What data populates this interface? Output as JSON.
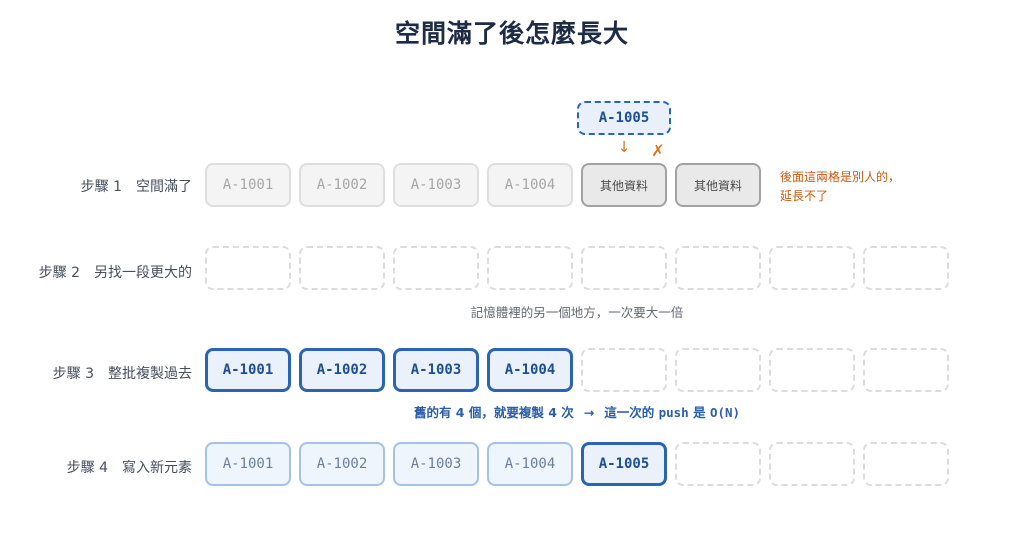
{
  "title": "空間滿了後怎麼長大",
  "floating_item": "A-1005",
  "arrow_glyph": "↓",
  "cross_glyph": "✗",
  "steps": [
    {
      "label": "步驟 1　空間滿了",
      "cells": [
        {
          "text": "A-1001",
          "kind": "faded"
        },
        {
          "text": "A-1002",
          "kind": "faded"
        },
        {
          "text": "A-1003",
          "kind": "faded"
        },
        {
          "text": "A-1004",
          "kind": "faded"
        },
        {
          "text": "其他資料",
          "kind": "other"
        },
        {
          "text": "其他資料",
          "kind": "other"
        }
      ],
      "note": [
        "後面這兩格是別人的，",
        "延長不了"
      ]
    },
    {
      "label": "步驟 2　另找一段更大的",
      "cells": [
        {
          "text": "",
          "kind": "empty"
        },
        {
          "text": "",
          "kind": "empty"
        },
        {
          "text": "",
          "kind": "empty"
        },
        {
          "text": "",
          "kind": "empty"
        },
        {
          "text": "",
          "kind": "empty"
        },
        {
          "text": "",
          "kind": "empty"
        },
        {
          "text": "",
          "kind": "empty"
        },
        {
          "text": "",
          "kind": "empty"
        }
      ],
      "caption": "記憶體裡的另一個地方，一次要大一倍"
    },
    {
      "label": "步驟 3　整批複製過去",
      "cells": [
        {
          "text": "A-1001",
          "kind": "blue"
        },
        {
          "text": "A-1002",
          "kind": "blue"
        },
        {
          "text": "A-1003",
          "kind": "blue"
        },
        {
          "text": "A-1004",
          "kind": "blue"
        },
        {
          "text": "",
          "kind": "empty"
        },
        {
          "text": "",
          "kind": "empty"
        },
        {
          "text": "",
          "kind": "empty"
        },
        {
          "text": "",
          "kind": "empty"
        }
      ],
      "caption": {
        "left": "舊的有 4 個，就要複製 4 次",
        "arrow": "→",
        "right_prefix": "這一次的 ",
        "right_code": "push",
        "right_mid": " 是 ",
        "right_complexity": "O(N)"
      }
    },
    {
      "label": "步驟 4　寫入新元素",
      "cells": [
        {
          "text": "A-1001",
          "kind": "light"
        },
        {
          "text": "A-1002",
          "kind": "light"
        },
        {
          "text": "A-1003",
          "kind": "light"
        },
        {
          "text": "A-1004",
          "kind": "light"
        },
        {
          "text": "A-1005",
          "kind": "blue"
        },
        {
          "text": "",
          "kind": "empty"
        },
        {
          "text": "",
          "kind": "empty"
        },
        {
          "text": "",
          "kind": "empty"
        }
      ]
    }
  ],
  "colors": {
    "accent_blue": "#2b64b3",
    "warning_orange": "#cc5a12",
    "faded_gray": "#dedede"
  }
}
